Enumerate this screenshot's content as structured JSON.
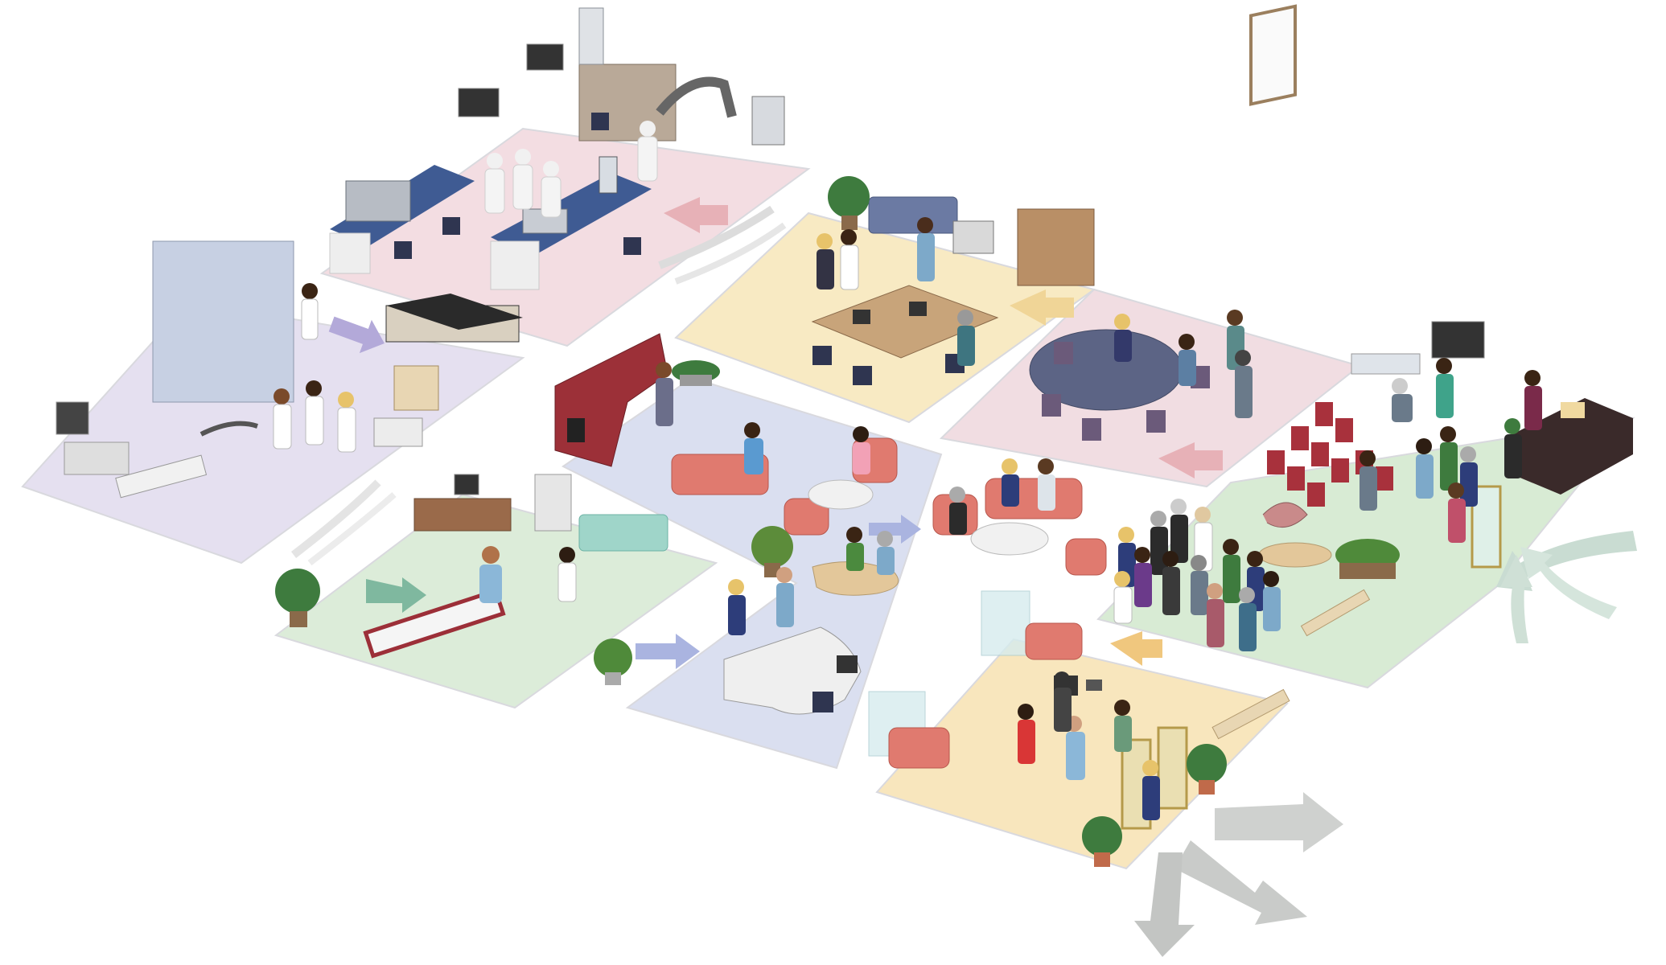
{
  "illustration": {
    "colors": {
      "background": "#ffffff",
      "lab": "#f3dde2",
      "clinic": "#e5e0f0",
      "exam": "#dcecd9",
      "lobby": "#dadff0",
      "office": "#f8eac3",
      "conference": "#f1dde2",
      "event": "#d8ebd4",
      "media": "#f8e6bd",
      "sofa": "#e07a6f",
      "counter": "#2f3f63",
      "cabinet": "#9c3038",
      "arrow_green": "#bcd8c9",
      "arrow_grey": "#c9cbc9",
      "arrow_purple": "#b3a9d9",
      "arrow_pink": "#e7b1b7",
      "plant": "#3e7b3e",
      "chair": "#2f3550",
      "person_coat": "#ffffff"
    },
    "zones": [
      {
        "id": "research-lab"
      },
      {
        "id": "clinic-room"
      },
      {
        "id": "exam-room"
      },
      {
        "id": "open-office"
      },
      {
        "id": "lobby-lounge"
      },
      {
        "id": "conference-room"
      },
      {
        "id": "event-space"
      },
      {
        "id": "media-entrance"
      }
    ],
    "icons": [
      "plant-icon",
      "computer-monitor-icon",
      "sofa-icon",
      "chair-icon",
      "exit-arrow-icon",
      "person-icon",
      "robot-arm-icon",
      "microscope-icon"
    ]
  }
}
